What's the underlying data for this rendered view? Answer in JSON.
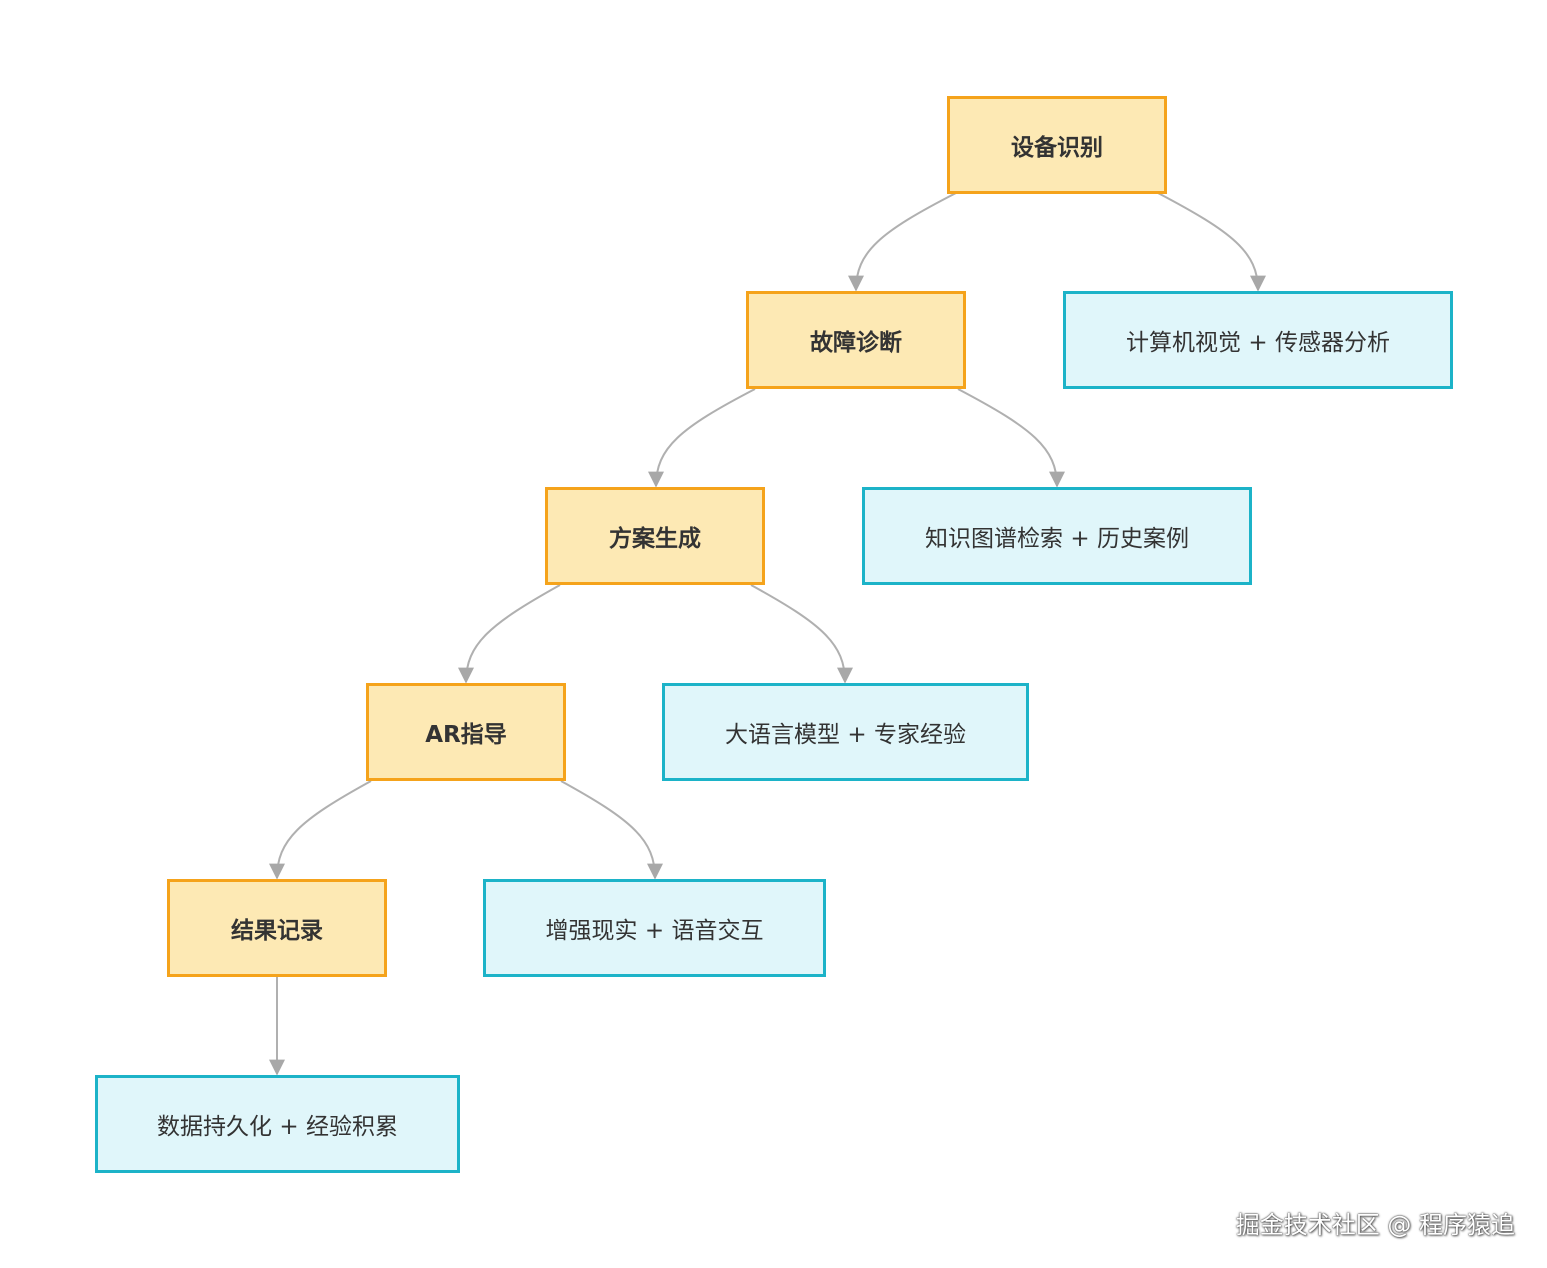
{
  "nodes": {
    "device_identification": "设备识别",
    "fault_diagnosis": "故障诊断",
    "solution_generation": "方案生成",
    "ar_guidance": "AR指导",
    "result_recording": "结果记录",
    "cv_sensor": "计算机视觉 + 传感器分析",
    "kg_history": "知识图谱检索 + 历史案例",
    "llm_expert": "大语言模型 + 专家经验",
    "ar_voice": "增强现实 + 语音交互",
    "data_persistence": "数据持久化 + 经验积累"
  },
  "edges": [
    [
      "device_identification",
      "fault_diagnosis"
    ],
    [
      "device_identification",
      "cv_sensor"
    ],
    [
      "fault_diagnosis",
      "solution_generation"
    ],
    [
      "fault_diagnosis",
      "kg_history"
    ],
    [
      "solution_generation",
      "ar_guidance"
    ],
    [
      "solution_generation",
      "llm_expert"
    ],
    [
      "ar_guidance",
      "result_recording"
    ],
    [
      "ar_guidance",
      "ar_voice"
    ],
    [
      "result_recording",
      "data_persistence"
    ]
  ],
  "colors": {
    "step_fill": "#fde9b4",
    "step_border": "#f5a31b",
    "tech_fill": "#e0f6fa",
    "tech_border": "#1cb3c8",
    "edge": "#aaaaaa"
  },
  "watermark": "掘金技术社区 @ 程序猿追"
}
